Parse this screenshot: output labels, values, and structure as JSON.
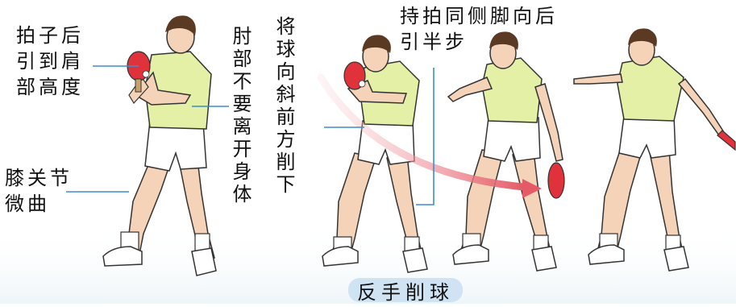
{
  "labels": {
    "racket_back": [
      "拍子后",
      "引到肩",
      "部高度"
    ],
    "knee": [
      "膝关节",
      "微曲"
    ],
    "elbow": "肘部不要离开身体",
    "ball_cut": "将球向斜前方削下",
    "step": [
      "持拍同侧脚向后",
      "引半步"
    ]
  },
  "caption": "反手削球",
  "colors": {
    "leader_line": "#3a8fc9",
    "caption_bg": "#cfe3f3",
    "shirt": "#e4f0a6",
    "skin": "#f4d3b8",
    "hair": "#5a3a22",
    "shorts": "#ffffff",
    "paddle": "#e0323b",
    "arrow": "#e8707a"
  }
}
